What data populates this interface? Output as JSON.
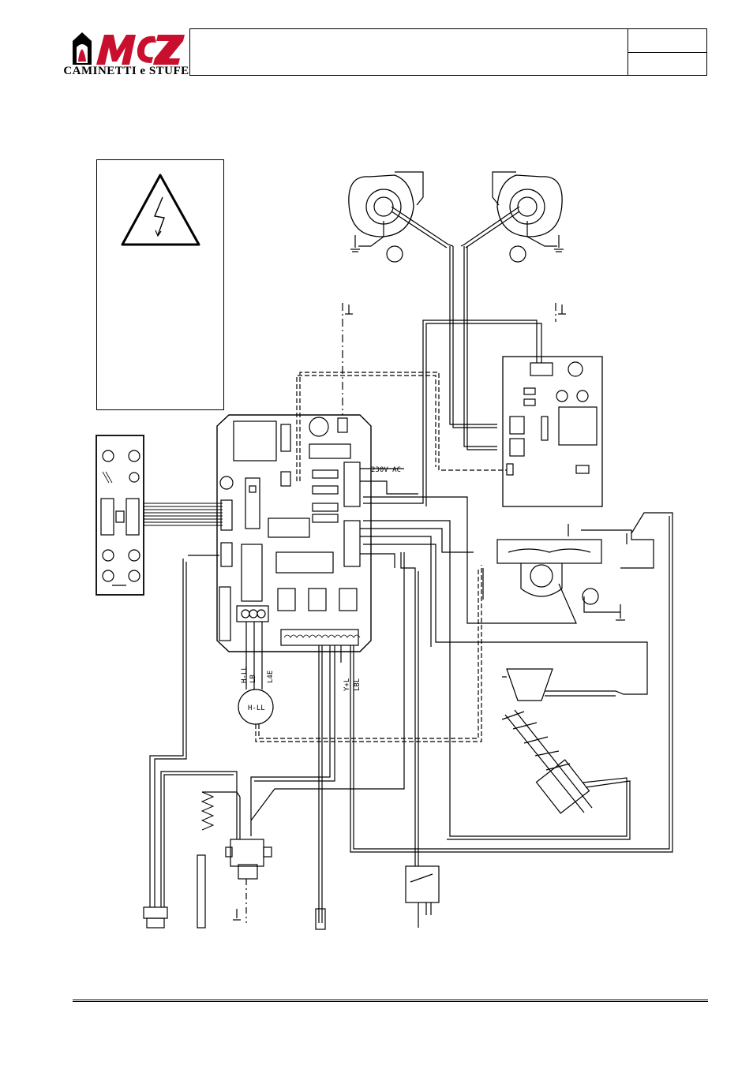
{
  "header": {
    "brand": "MCZ",
    "brand_subtitle": "CAMINETTI e STUFE"
  },
  "diagram": {
    "motor_label": "H-LL",
    "motor_wire_labels": [
      "H-LL",
      "LB",
      "L4E"
    ],
    "terminal_wire_labels": [
      "Y+L",
      "LBL",
      "+"
    ],
    "connector_label": "230V  AC"
  },
  "colors": {
    "brand_red": "#c8102e",
    "line": "#000000"
  }
}
